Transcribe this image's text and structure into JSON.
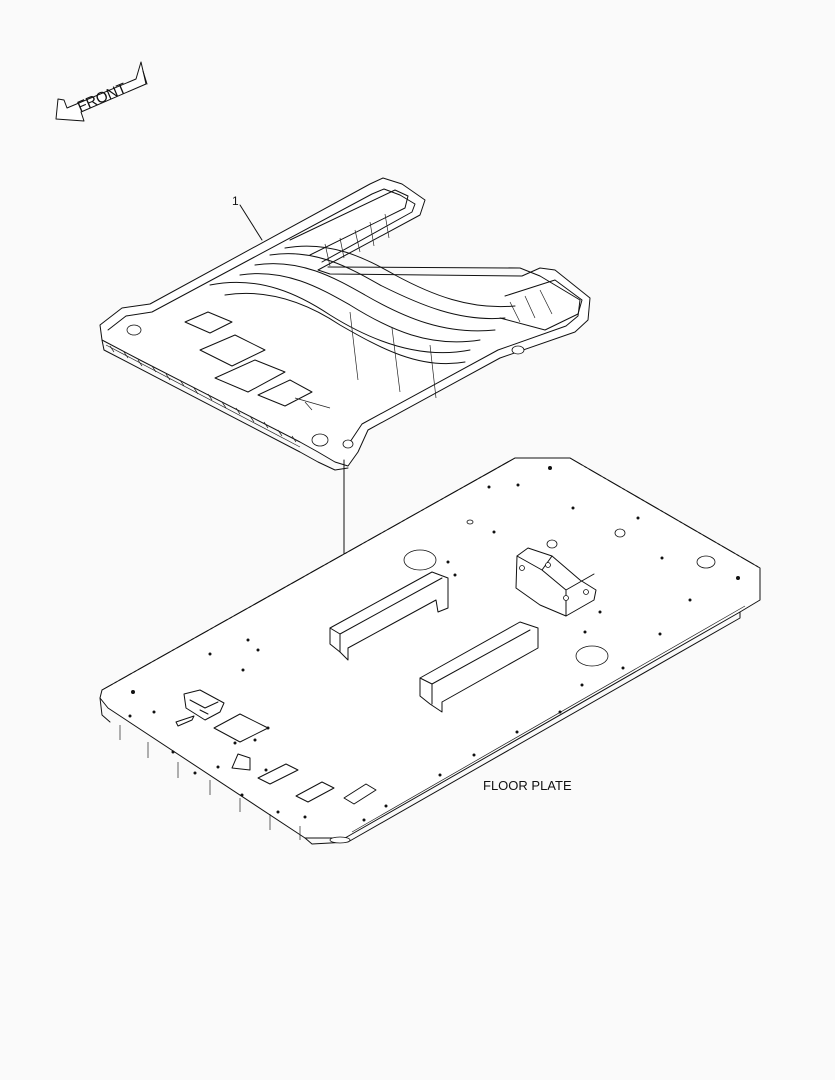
{
  "diagram": {
    "front_arrow_label": "FRONT",
    "callout_number": "1",
    "part_label": "FLOOR PLATE"
  },
  "colors": {
    "background": "#fafafa",
    "line": "#111111"
  }
}
